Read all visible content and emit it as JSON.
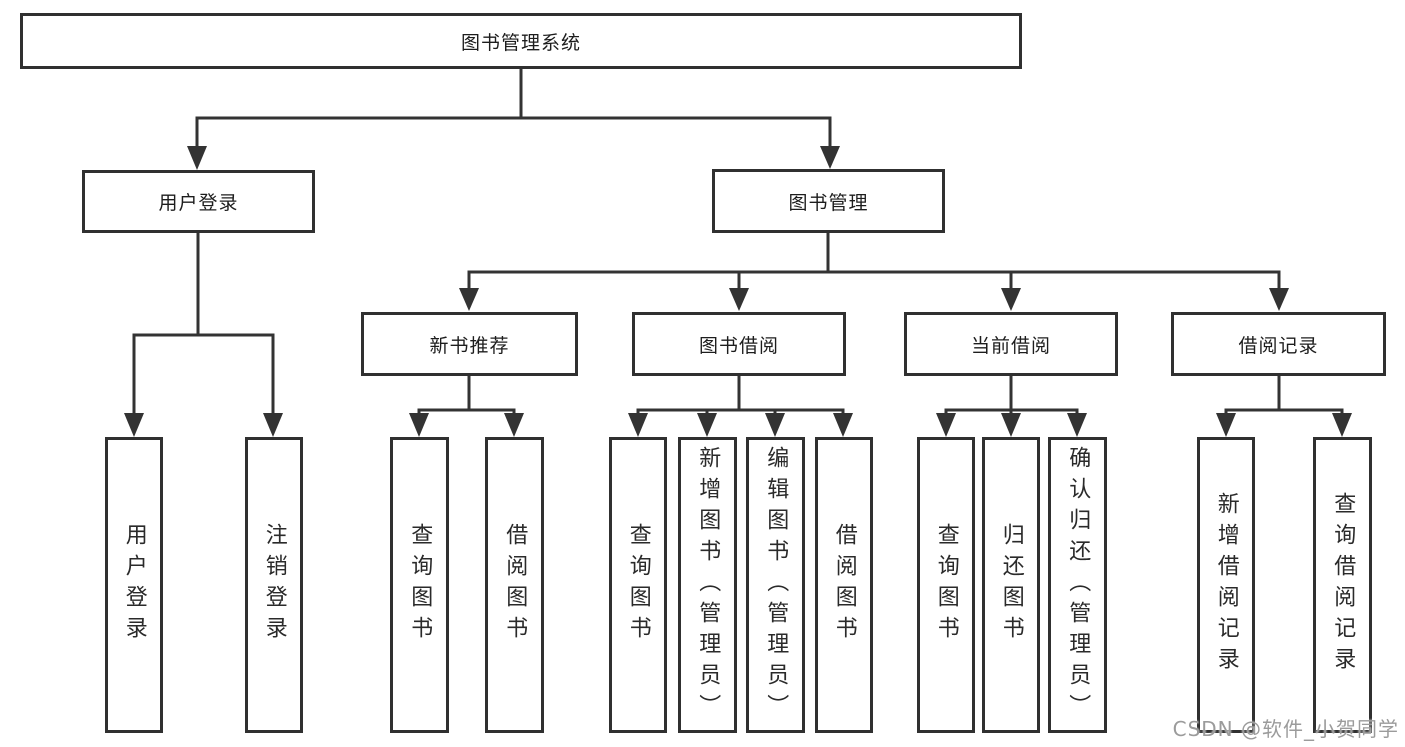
{
  "tree": {
    "root": {
      "label": "图书管理系统"
    },
    "branches": [
      {
        "label": "用户登录",
        "leaves": [
          {
            "label": "用户登录"
          },
          {
            "label": "注销登录"
          }
        ]
      },
      {
        "label": "图书管理",
        "sections": [
          {
            "label": "新书推荐",
            "leaves": [
              {
                "label": "查询图书"
              },
              {
                "label": "借阅图书"
              }
            ]
          },
          {
            "label": "图书借阅",
            "leaves": [
              {
                "label": "查询图书"
              },
              {
                "label": "新增图书（管理员）"
              },
              {
                "label": "编辑图书（管理员）"
              },
              {
                "label": "借阅图书"
              }
            ]
          },
          {
            "label": "当前借阅",
            "leaves": [
              {
                "label": "查询图书"
              },
              {
                "label": "归还图书"
              },
              {
                "label": "确认归还（管理员）"
              }
            ]
          },
          {
            "label": "借阅记录",
            "leaves": [
              {
                "label": "新增借阅记录"
              },
              {
                "label": "查询借阅记录"
              }
            ]
          }
        ]
      }
    ]
  },
  "watermark": {
    "text": "CSDN @软件_小贺同学",
    "color": "#9b9b9b"
  },
  "colors": {
    "background": "#ffffff",
    "line": "#333333",
    "box_border": "#303030",
    "text": "#1d1d1d"
  }
}
